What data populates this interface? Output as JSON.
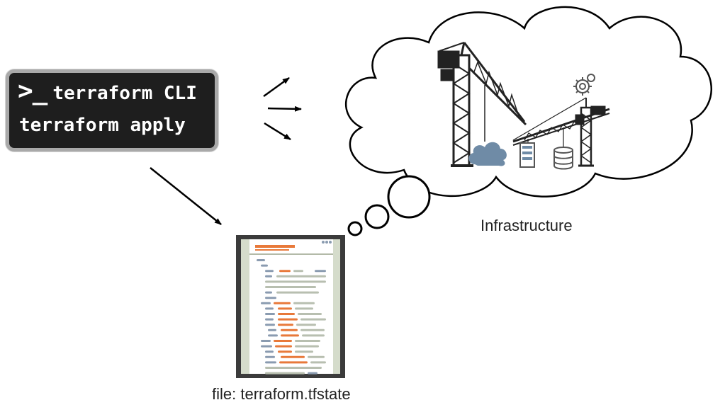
{
  "terminal": {
    "prompt": ">_",
    "line1": "terraform CLI",
    "line2": "terraform apply"
  },
  "labels": {
    "infrastructure": "Infrastructure",
    "state_file": "file: terraform.tfstate"
  },
  "icons": {
    "terminal": "terminal-prompt-icon",
    "cloud": "thought-cloud",
    "cranes": "construction-crane-icon",
    "small_cloud": "cloud-icon",
    "server": "server-icon",
    "database": "database-icon",
    "gear": "gear-icon",
    "document": "state-file-document-icon"
  },
  "colors": {
    "terminal_bg": "#1e1e1e",
    "terminal_border": "#a9a9a9",
    "crane": "#222222",
    "cloud_icon": "#6f8ba6",
    "code_orange": "#e8793a",
    "code_blue": "#8a9bb0",
    "doc_frame": "#3b3b3b"
  }
}
